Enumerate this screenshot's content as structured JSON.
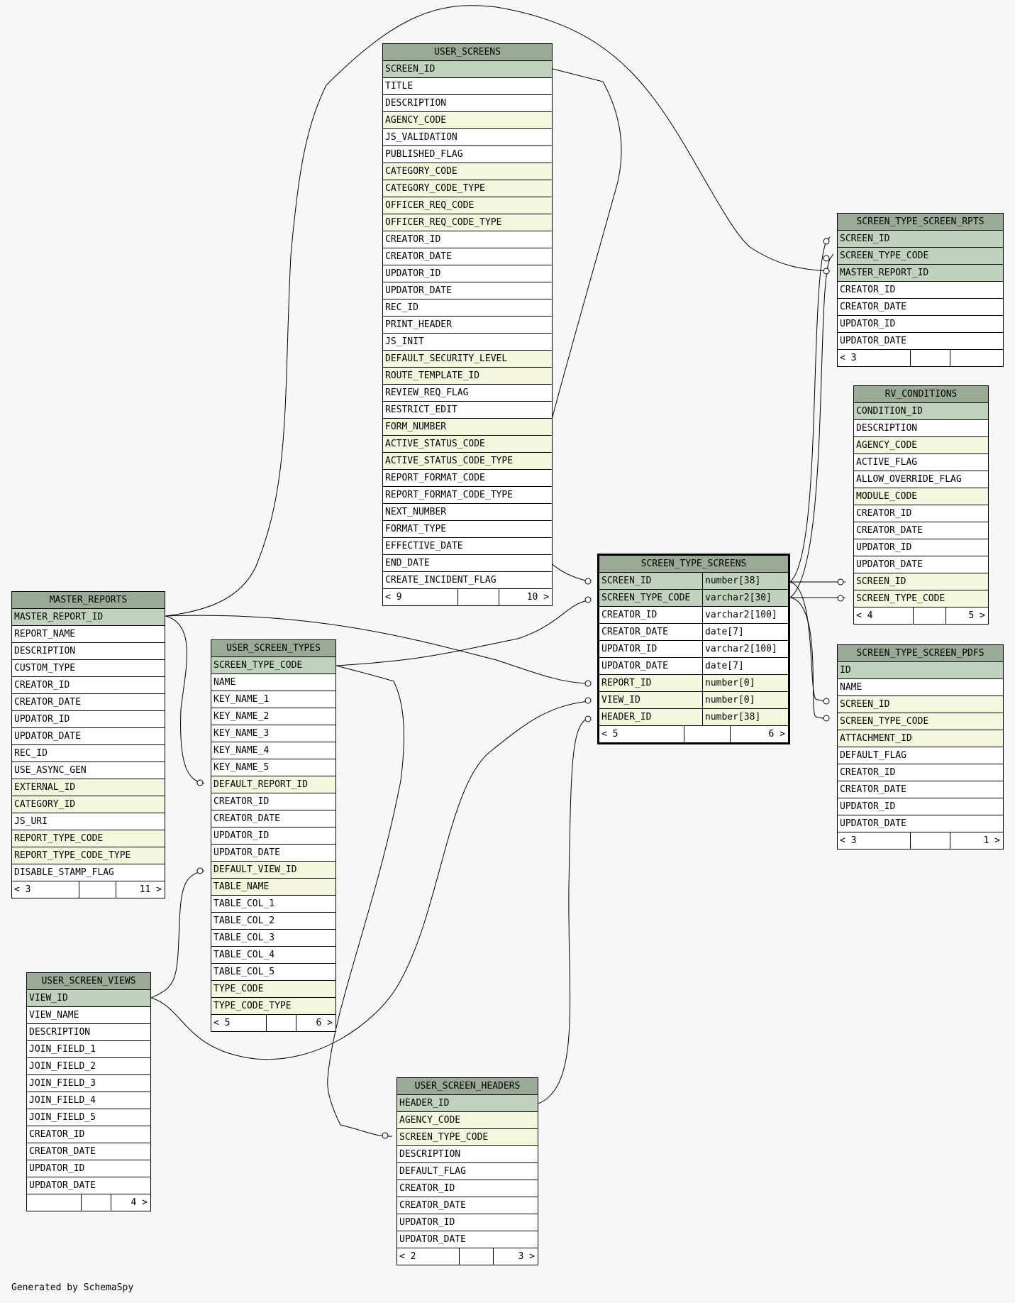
{
  "footer": "Generated by SchemaSpy",
  "colors": {
    "header": "#9aab95",
    "primary_key": "#bfd2bb",
    "foreign_key": "#f4f7dc",
    "background": "#f7f7f7"
  },
  "tables": [
    {
      "id": "user_screens",
      "name": "USER_SCREENS",
      "columns": [
        {
          "name": "SCREEN_ID",
          "kind": "pk"
        },
        {
          "name": "TITLE",
          "kind": "plain"
        },
        {
          "name": "DESCRIPTION",
          "kind": "plain"
        },
        {
          "name": "AGENCY_CODE",
          "kind": "fk"
        },
        {
          "name": "JS_VALIDATION",
          "kind": "plain"
        },
        {
          "name": "PUBLISHED_FLAG",
          "kind": "plain"
        },
        {
          "name": "CATEGORY_CODE",
          "kind": "fk"
        },
        {
          "name": "CATEGORY_CODE_TYPE",
          "kind": "fk"
        },
        {
          "name": "OFFICER_REQ_CODE",
          "kind": "fk"
        },
        {
          "name": "OFFICER_REQ_CODE_TYPE",
          "kind": "fk"
        },
        {
          "name": "CREATOR_ID",
          "kind": "plain"
        },
        {
          "name": "CREATOR_DATE",
          "kind": "plain"
        },
        {
          "name": "UPDATOR_ID",
          "kind": "plain"
        },
        {
          "name": "UPDATOR_DATE",
          "kind": "plain"
        },
        {
          "name": "REC_ID",
          "kind": "plain"
        },
        {
          "name": "PRINT_HEADER",
          "kind": "plain"
        },
        {
          "name": "JS_INIT",
          "kind": "plain"
        },
        {
          "name": "DEFAULT_SECURITY_LEVEL",
          "kind": "fk"
        },
        {
          "name": "ROUTE_TEMPLATE_ID",
          "kind": "fk"
        },
        {
          "name": "REVIEW_REQ_FLAG",
          "kind": "plain"
        },
        {
          "name": "RESTRICT_EDIT",
          "kind": "plain"
        },
        {
          "name": "FORM_NUMBER",
          "kind": "fk"
        },
        {
          "name": "ACTIVE_STATUS_CODE",
          "kind": "fk"
        },
        {
          "name": "ACTIVE_STATUS_CODE_TYPE",
          "kind": "fk"
        },
        {
          "name": "REPORT_FORMAT_CODE",
          "kind": "plain"
        },
        {
          "name": "REPORT_FORMAT_CODE_TYPE",
          "kind": "plain"
        },
        {
          "name": "NEXT_NUMBER",
          "kind": "plain"
        },
        {
          "name": "FORMAT_TYPE",
          "kind": "plain"
        },
        {
          "name": "EFFECTIVE_DATE",
          "kind": "plain"
        },
        {
          "name": "END_DATE",
          "kind": "plain"
        },
        {
          "name": "CREATE_INCIDENT_FLAG",
          "kind": "plain"
        }
      ],
      "footer": {
        "left": "< 9",
        "right": "10 >"
      }
    },
    {
      "id": "screen_type_screen_rpts",
      "name": "SCREEN_TYPE_SCREEN_RPTS",
      "columns": [
        {
          "name": "SCREEN_ID",
          "kind": "pk"
        },
        {
          "name": "SCREEN_TYPE_CODE",
          "kind": "pk"
        },
        {
          "name": "MASTER_REPORT_ID",
          "kind": "pk"
        },
        {
          "name": "CREATOR_ID",
          "kind": "plain"
        },
        {
          "name": "CREATOR_DATE",
          "kind": "plain"
        },
        {
          "name": "UPDATOR_ID",
          "kind": "plain"
        },
        {
          "name": "UPDATOR_DATE",
          "kind": "plain"
        }
      ],
      "footer": {
        "left": "< 3",
        "right": ""
      }
    },
    {
      "id": "rv_conditions",
      "name": "RV_CONDITIONS",
      "columns": [
        {
          "name": "CONDITION_ID",
          "kind": "pk"
        },
        {
          "name": "DESCRIPTION",
          "kind": "plain"
        },
        {
          "name": "AGENCY_CODE",
          "kind": "fk"
        },
        {
          "name": "ACTIVE_FLAG",
          "kind": "plain"
        },
        {
          "name": "ALLOW_OVERRIDE_FLAG",
          "kind": "plain"
        },
        {
          "name": "MODULE_CODE",
          "kind": "fk"
        },
        {
          "name": "CREATOR_ID",
          "kind": "plain"
        },
        {
          "name": "CREATOR_DATE",
          "kind": "plain"
        },
        {
          "name": "UPDATOR_ID",
          "kind": "plain"
        },
        {
          "name": "UPDATOR_DATE",
          "kind": "plain"
        },
        {
          "name": "SCREEN_ID",
          "kind": "fk"
        },
        {
          "name": "SCREEN_TYPE_CODE",
          "kind": "fk"
        }
      ],
      "footer": {
        "left": "< 4",
        "right": "5 >"
      }
    },
    {
      "id": "screen_type_screens",
      "name": "SCREEN_TYPE_SCREENS",
      "focus": true,
      "columns": [
        {
          "name": "SCREEN_ID",
          "type": "number[38]",
          "kind": "pk"
        },
        {
          "name": "SCREEN_TYPE_CODE",
          "type": "varchar2[30]",
          "kind": "pk"
        },
        {
          "name": "CREATOR_ID",
          "type": "varchar2[100]",
          "kind": "plain"
        },
        {
          "name": "CREATOR_DATE",
          "type": "date[7]",
          "kind": "plain"
        },
        {
          "name": "UPDATOR_ID",
          "type": "varchar2[100]",
          "kind": "plain"
        },
        {
          "name": "UPDATOR_DATE",
          "type": "date[7]",
          "kind": "plain"
        },
        {
          "name": "REPORT_ID",
          "type": "number[0]",
          "kind": "fk"
        },
        {
          "name": "VIEW_ID",
          "type": "number[0]",
          "kind": "fk"
        },
        {
          "name": "HEADER_ID",
          "type": "number[38]",
          "kind": "fk"
        }
      ],
      "footer": {
        "left": "< 5",
        "right": "6 >"
      }
    },
    {
      "id": "master_reports",
      "name": "MASTER_REPORTS",
      "columns": [
        {
          "name": "MASTER_REPORT_ID",
          "kind": "pk"
        },
        {
          "name": "REPORT_NAME",
          "kind": "plain"
        },
        {
          "name": "DESCRIPTION",
          "kind": "plain"
        },
        {
          "name": "CUSTOM_TYPE",
          "kind": "plain"
        },
        {
          "name": "CREATOR_ID",
          "kind": "plain"
        },
        {
          "name": "CREATOR_DATE",
          "kind": "plain"
        },
        {
          "name": "UPDATOR_ID",
          "kind": "plain"
        },
        {
          "name": "UPDATOR_DATE",
          "kind": "plain"
        },
        {
          "name": "REC_ID",
          "kind": "plain"
        },
        {
          "name": "USE_ASYNC_GEN",
          "kind": "plain"
        },
        {
          "name": "EXTERNAL_ID",
          "kind": "fk"
        },
        {
          "name": "CATEGORY_ID",
          "kind": "fk"
        },
        {
          "name": "JS_URI",
          "kind": "plain"
        },
        {
          "name": "REPORT_TYPE_CODE",
          "kind": "fk"
        },
        {
          "name": "REPORT_TYPE_CODE_TYPE",
          "kind": "fk"
        },
        {
          "name": "DISABLE_STAMP_FLAG",
          "kind": "plain"
        }
      ],
      "footer": {
        "left": "< 3",
        "right": "11 >"
      }
    },
    {
      "id": "user_screen_types",
      "name": "USER_SCREEN_TYPES",
      "columns": [
        {
          "name": "SCREEN_TYPE_CODE",
          "kind": "pk"
        },
        {
          "name": "NAME",
          "kind": "plain"
        },
        {
          "name": "KEY_NAME_1",
          "kind": "plain"
        },
        {
          "name": "KEY_NAME_2",
          "kind": "plain"
        },
        {
          "name": "KEY_NAME_3",
          "kind": "plain"
        },
        {
          "name": "KEY_NAME_4",
          "kind": "plain"
        },
        {
          "name": "KEY_NAME_5",
          "kind": "plain"
        },
        {
          "name": "DEFAULT_REPORT_ID",
          "kind": "fk"
        },
        {
          "name": "CREATOR_ID",
          "kind": "plain"
        },
        {
          "name": "CREATOR_DATE",
          "kind": "plain"
        },
        {
          "name": "UPDATOR_ID",
          "kind": "plain"
        },
        {
          "name": "UPDATOR_DATE",
          "kind": "plain"
        },
        {
          "name": "DEFAULT_VIEW_ID",
          "kind": "fk"
        },
        {
          "name": "TABLE_NAME",
          "kind": "fk"
        },
        {
          "name": "TABLE_COL_1",
          "kind": "plain"
        },
        {
          "name": "TABLE_COL_2",
          "kind": "plain"
        },
        {
          "name": "TABLE_COL_3",
          "kind": "plain"
        },
        {
          "name": "TABLE_COL_4",
          "kind": "plain"
        },
        {
          "name": "TABLE_COL_5",
          "kind": "plain"
        },
        {
          "name": "TYPE_CODE",
          "kind": "fk"
        },
        {
          "name": "TYPE_CODE_TYPE",
          "kind": "fk"
        }
      ],
      "footer": {
        "left": "< 5",
        "right": "6 >"
      }
    },
    {
      "id": "screen_type_screen_pdfs",
      "name": "SCREEN_TYPE_SCREEN_PDFS",
      "columns": [
        {
          "name": "ID",
          "kind": "pk"
        },
        {
          "name": "NAME",
          "kind": "plain"
        },
        {
          "name": "SCREEN_ID",
          "kind": "fk"
        },
        {
          "name": "SCREEN_TYPE_CODE",
          "kind": "fk"
        },
        {
          "name": "ATTACHMENT_ID",
          "kind": "fk"
        },
        {
          "name": "DEFAULT_FLAG",
          "kind": "plain"
        },
        {
          "name": "CREATOR_ID",
          "kind": "plain"
        },
        {
          "name": "CREATOR_DATE",
          "kind": "plain"
        },
        {
          "name": "UPDATOR_ID",
          "kind": "plain"
        },
        {
          "name": "UPDATOR_DATE",
          "kind": "plain"
        }
      ],
      "footer": {
        "left": "< 3",
        "right": "1 >"
      }
    },
    {
      "id": "user_screen_views",
      "name": "USER_SCREEN_VIEWS",
      "columns": [
        {
          "name": "VIEW_ID",
          "kind": "pk"
        },
        {
          "name": "VIEW_NAME",
          "kind": "plain"
        },
        {
          "name": "DESCRIPTION",
          "kind": "plain"
        },
        {
          "name": "JOIN_FIELD_1",
          "kind": "plain"
        },
        {
          "name": "JOIN_FIELD_2",
          "kind": "plain"
        },
        {
          "name": "JOIN_FIELD_3",
          "kind": "plain"
        },
        {
          "name": "JOIN_FIELD_4",
          "kind": "plain"
        },
        {
          "name": "JOIN_FIELD_5",
          "kind": "plain"
        },
        {
          "name": "CREATOR_ID",
          "kind": "plain"
        },
        {
          "name": "CREATOR_DATE",
          "kind": "plain"
        },
        {
          "name": "UPDATOR_ID",
          "kind": "plain"
        },
        {
          "name": "UPDATOR_DATE",
          "kind": "plain"
        }
      ],
      "footer": {
        "left": "",
        "right": "4 >"
      }
    },
    {
      "id": "user_screen_headers",
      "name": "USER_SCREEN_HEADERS",
      "columns": [
        {
          "name": "HEADER_ID",
          "kind": "pk"
        },
        {
          "name": "AGENCY_CODE",
          "kind": "fk"
        },
        {
          "name": "SCREEN_TYPE_CODE",
          "kind": "fk"
        },
        {
          "name": "DESCRIPTION",
          "kind": "plain"
        },
        {
          "name": "DEFAULT_FLAG",
          "kind": "plain"
        },
        {
          "name": "CREATOR_ID",
          "kind": "plain"
        },
        {
          "name": "CREATOR_DATE",
          "kind": "plain"
        },
        {
          "name": "UPDATOR_ID",
          "kind": "plain"
        },
        {
          "name": "UPDATOR_DATE",
          "kind": "plain"
        }
      ],
      "footer": {
        "left": "< 2",
        "right": "3 >"
      }
    }
  ]
}
